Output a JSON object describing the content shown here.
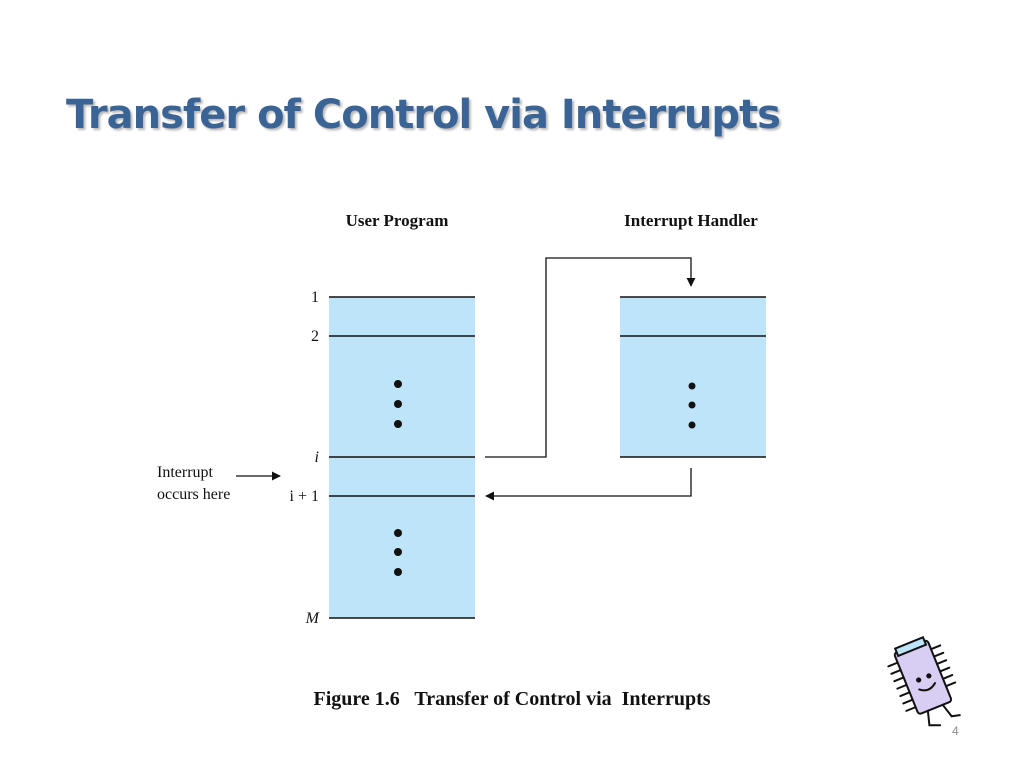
{
  "slide": {
    "title": "Transfer of Control via Interrupts",
    "caption": "Figure 1.6   Transfer of Control via  Interrupts",
    "slide_number": "4"
  },
  "diagram": {
    "user_program": {
      "heading": "User Program",
      "labels": {
        "line_1": "1",
        "line_2": "2",
        "line_i": "i",
        "line_i_plus_1": "i + 1",
        "line_m": "M"
      }
    },
    "interrupt_handler": {
      "heading": "Interrupt Handler"
    },
    "interrupt_note": {
      "line1": "Interrupt",
      "line2": "occurs here"
    }
  },
  "colors": {
    "title": "#3b6496",
    "block_fill": "#bde4f8",
    "line": "#111111"
  },
  "icons": {
    "mascot": "smiling-chip-character-icon"
  }
}
